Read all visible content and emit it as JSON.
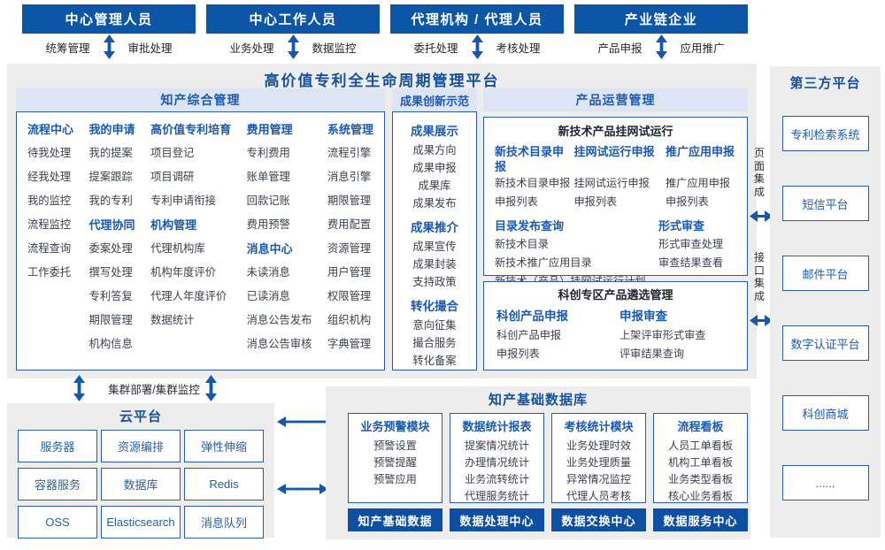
{
  "colors": {
    "primary_blue": "#0d55a6",
    "accent_blue_text": "#1b5ab2",
    "section_bar": "#dde4f3",
    "panel_gray": "#ededed",
    "box_border": "#2a5ca8",
    "button_blue": "#0d4fa2",
    "item_text": "#3c414d",
    "arrow_blue": "#1458ac"
  },
  "roles": [
    {
      "title": "中心管理人员",
      "left": "统筹管理",
      "right": "审批处理"
    },
    {
      "title": "中心工作人员",
      "left": "业务处理",
      "right": "数据监控"
    },
    {
      "title": "代理机构 / 代理人员",
      "left": "委托处理",
      "right": "考核处理"
    },
    {
      "title": "产业链企业",
      "left": "产品申报",
      "right": "应用推广"
    }
  ],
  "platform": {
    "title": "高价值专利全生命周期管理平台"
  },
  "ip": {
    "title": "知产综合管理",
    "columns": [
      {
        "groups": [
          {
            "header": "流程中心",
            "items": [
              "待我处理",
              "经我处理",
              "我的监控",
              "流程监控",
              "流程查询",
              "工作委托"
            ]
          }
        ]
      },
      {
        "groups": [
          {
            "header": "我的申请",
            "items": [
              "我的提案",
              "提案跟踪",
              "我的专利"
            ]
          },
          {
            "header": "代理协同",
            "items": [
              "委案处理",
              "撰写处理",
              "专利答复",
              "期限管理",
              "机构信息"
            ]
          }
        ]
      },
      {
        "groups": [
          {
            "header": "高价值专利培育",
            "items": [
              "项目登记",
              "项目调研",
              "专利申请衔接"
            ]
          },
          {
            "header": "机构管理",
            "items": [
              "代理机构库",
              "机构年度评价",
              "代理人年度评价",
              "数据统计"
            ]
          }
        ]
      },
      {
        "groups": [
          {
            "header": "费用管理",
            "items": [
              "专利费用",
              "账单管理",
              "回款记账",
              "费用预警"
            ]
          },
          {
            "header": "消息中心",
            "items": [
              "未读消息",
              "已读消息",
              "消息公告发布",
              "消息公告审核"
            ]
          }
        ]
      },
      {
        "groups": [
          {
            "header": "系统管理",
            "items": [
              "流程引擎",
              "消息引擎",
              "期限管理",
              "费用配置",
              "资源管理",
              "用户管理",
              "权限管理",
              "组织机构",
              "字典管理"
            ]
          }
        ]
      }
    ]
  },
  "achievement": {
    "title": "成果创新示范",
    "groups": [
      {
        "header": "成果展示",
        "items": [
          "成果方向",
          "成果申报",
          "成果库",
          "成果发布"
        ]
      },
      {
        "header": "成果推介",
        "items": [
          "成果宣传",
          "成果封装",
          "支持政策"
        ]
      },
      {
        "header": "转化撮合",
        "items": [
          "意向征集",
          "撮合服务",
          "转化备案"
        ]
      }
    ]
  },
  "product_ops": {
    "title": "产品运营管理",
    "trial": {
      "title": "新技术产品挂网试运行",
      "row1": [
        {
          "header": "新技术目录申报",
          "items": [
            "新技术目录申报",
            "申报列表"
          ]
        },
        {
          "header": "挂网试运行申报",
          "items": [
            "挂网试运行申报",
            "申报列表"
          ]
        },
        {
          "header": "推广应用申报",
          "items": [
            "推广应用申报",
            "申报列表"
          ]
        }
      ],
      "catalog_query": {
        "header": "目录发布查询",
        "items": [
          "新技术目录",
          "新技术推广应用目录",
          "新技术（产品）挂网试运行计划"
        ]
      },
      "formal_review": {
        "header": "形式审查",
        "items": [
          "形式审查处理",
          "审查结果查看"
        ]
      }
    },
    "selection": {
      "title": "科创专区产品遴选管理",
      "groups": [
        {
          "header": "科创产品申报",
          "items": [
            "科创产品申报",
            "申报列表"
          ]
        },
        {
          "header": "申报审查",
          "items": [
            "上架评审形式审查",
            "评审结果查询"
          ]
        }
      ]
    }
  },
  "cluster_label": "集群部署/集群监控",
  "cloud": {
    "title": "云平台",
    "boxes": [
      "服务器",
      "资源编排",
      "弹性伸缩",
      "容器服务",
      "数据库",
      "Redis",
      "OSS",
      "Elasticsearch",
      "消息队列"
    ]
  },
  "database": {
    "title": "知产基础数据库",
    "modules": [
      {
        "header": "业务预警模块",
        "items": [
          "预警设置",
          "预警提醒",
          "预警应用"
        ],
        "button": "知产基础数据"
      },
      {
        "header": "数据统计报表",
        "items": [
          "提案情况统计",
          "办理情况统计",
          "业务流转统计",
          "代理服务统计"
        ],
        "button": "数据处理中心"
      },
      {
        "header": "考核统计模块",
        "items": [
          "业务处理时效",
          "业务处理质量",
          "异常情况监控",
          "代理人员考核"
        ],
        "button": "数据交换中心"
      },
      {
        "header": "流程看板",
        "items": [
          "人员工单看板",
          "机构工单看板",
          "业务类型看板",
          "核心业务看板"
        ],
        "button": "数据服务中心"
      }
    ]
  },
  "integration": {
    "page_label": "页面集成",
    "interface_label": "接口集成"
  },
  "third_party": {
    "title": "第三方平台",
    "boxes": [
      "专利检索系统",
      "短信平台",
      "邮件平台",
      "数字认证平台",
      "科创商城",
      "......"
    ]
  }
}
